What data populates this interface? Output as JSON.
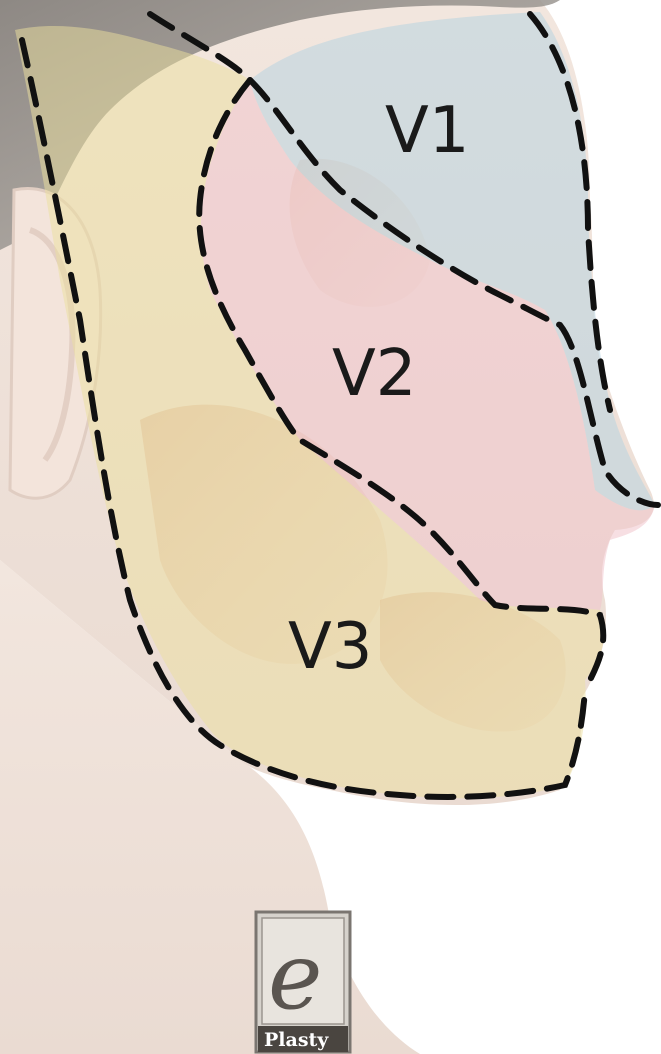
{
  "regions": [
    {
      "key": "v1",
      "label": "V1",
      "color": "#b8d4e0"
    },
    {
      "key": "v2",
      "label": "V2",
      "color": "#f0c4cc"
    },
    {
      "key": "v3",
      "label": "V3",
      "color": "#ecdf9e"
    }
  ],
  "logo": {
    "letter": "e",
    "word": "Plasty"
  },
  "colors": {
    "skin": "#efe2d9",
    "hair": "#8a8680",
    "outline": "#111111"
  }
}
